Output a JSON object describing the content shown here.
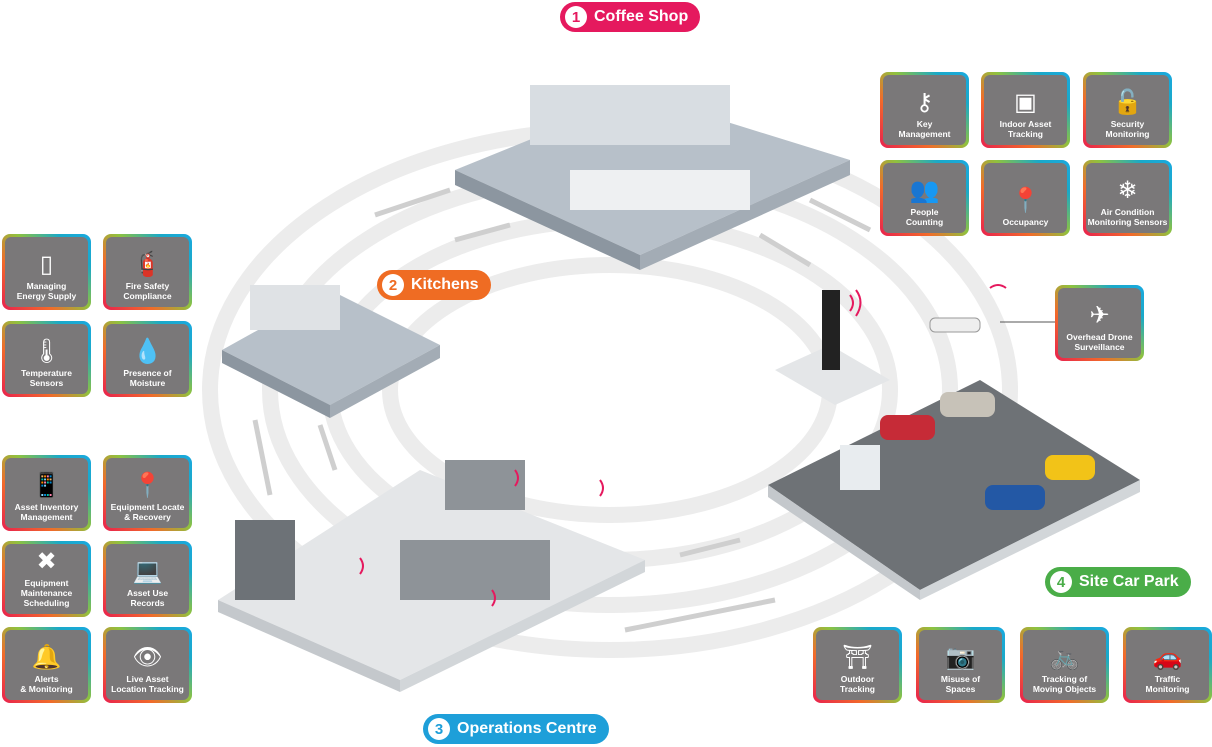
{
  "zones": [
    {
      "number": "1",
      "label": "Coffee Shop",
      "color": "#e5195e"
    },
    {
      "number": "2",
      "label": "Kitchens",
      "color": "#ef6c23"
    },
    {
      "number": "3",
      "label": "Operations Centre",
      "color": "#1e9fd9"
    },
    {
      "number": "4",
      "label": "Site Car Park",
      "color": "#4aad48"
    }
  ],
  "tiles": {
    "coffee": [
      {
        "label": "Key\nManagement",
        "icon": "key-location-icon",
        "glyph": "⚷"
      },
      {
        "label": "Indoor Asset\nTracking",
        "icon": "maze-icon",
        "glyph": "▣"
      },
      {
        "label": "Security\nMonitoring",
        "icon": "padlock-icon",
        "glyph": "🔓"
      },
      {
        "label": "People\nCounting",
        "icon": "people-icon",
        "glyph": "👥"
      },
      {
        "label": "Occupancy",
        "icon": "location-pin-person-icon",
        "glyph": "📍"
      },
      {
        "label": "Air Condition\nMonitoring Sensors",
        "icon": "snowflake-icon",
        "glyph": "❄"
      }
    ],
    "drone": {
      "label": "Overhead Drone\nSurveillance",
      "icon": "drone-icon",
      "glyph": "✈"
    },
    "kitchens": [
      {
        "label": "Managing\nEnergy Supply",
        "icon": "battery-icon",
        "glyph": "▯"
      },
      {
        "label": "Fire Safety\nCompliance",
        "icon": "fire-extinguisher-icon",
        "glyph": "🧯"
      },
      {
        "label": "Temperature\nSensors",
        "icon": "thermometer-icon",
        "glyph": "🌡"
      },
      {
        "label": "Presence of\nMoisture",
        "icon": "water-drop-icon",
        "glyph": "💧"
      }
    ],
    "operations": [
      {
        "label": "Asset Inventory\nManagement",
        "icon": "inventory-icon",
        "glyph": "📱"
      },
      {
        "label": "Equipment Locate\n& Recovery",
        "icon": "map-pin-icon",
        "glyph": "📍"
      },
      {
        "label": "Equipment\nMaintenance\nScheduling",
        "icon": "tools-icon",
        "glyph": "✖"
      },
      {
        "label": "Asset Use\nRecords",
        "icon": "laptop-icon",
        "glyph": "💻"
      },
      {
        "label": "Alerts\n& Monitoring",
        "icon": "bell-clock-icon",
        "glyph": "🔔"
      },
      {
        "label": "Live Asset\nLocation Tracking",
        "icon": "eye-icon",
        "glyph": "👁"
      }
    ],
    "carpark": [
      {
        "label": "Outdoor\nTracking",
        "icon": "gate-pin-icon",
        "glyph": "⛩"
      },
      {
        "label": "Misuse of\nSpaces",
        "icon": "cctv-camera-icon",
        "glyph": "📷"
      },
      {
        "label": "Tracking of\nMoving Objects",
        "icon": "bicycle-icon",
        "glyph": "🚲"
      },
      {
        "label": "Traffic\nMonitoring",
        "icon": "cars-icon",
        "glyph": "🚗"
      }
    ]
  }
}
